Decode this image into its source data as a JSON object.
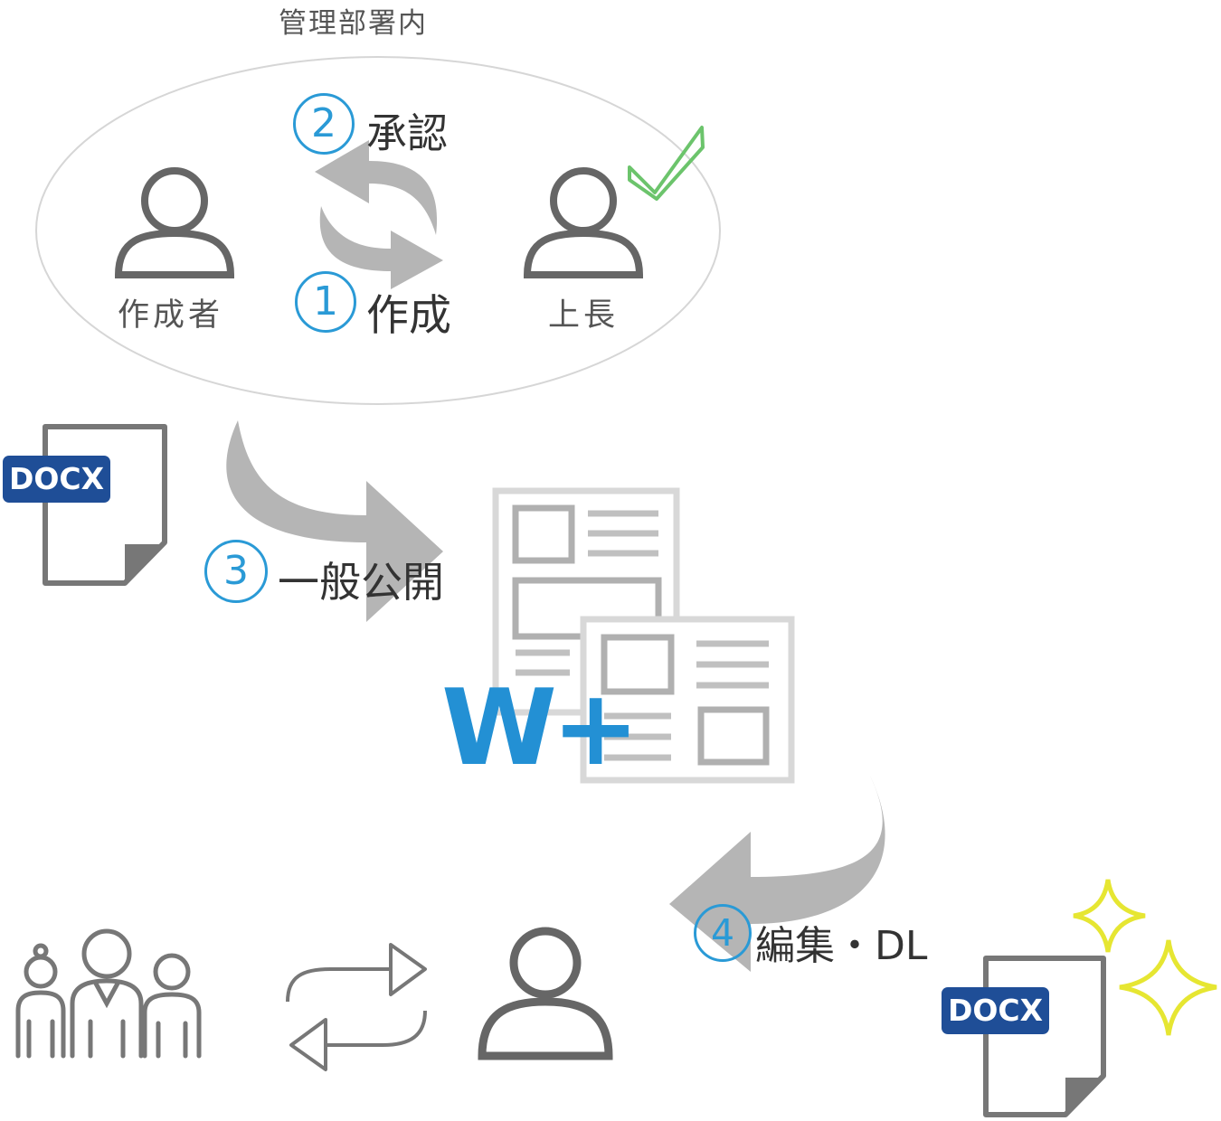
{
  "group": {
    "title": "管理部署内"
  },
  "roles": {
    "creator": "作成者",
    "boss": "上長"
  },
  "steps": [
    {
      "number": "2",
      "label": "承認"
    },
    {
      "number": "1",
      "label": "作成"
    },
    {
      "number": "3",
      "label": "一般公開"
    },
    {
      "number": "4",
      "label": "編集・DL"
    }
  ],
  "files": {
    "docx_label": "DOCX"
  },
  "app": {
    "logo_text": "W+"
  },
  "icons": [
    "user-icon",
    "checkmark-icon",
    "cycle-arrows-icon",
    "docx-file-icon",
    "curved-arrow-icon",
    "document-pages-icon",
    "group-icon",
    "exchange-arrows-icon",
    "sparkle-icon"
  ],
  "colors": {
    "accent": "#2a9ad6",
    "docx": "#1f4e97",
    "check": "#6cc46c",
    "sparkle": "#e6e632",
    "arrow": "#b5b5b5"
  }
}
